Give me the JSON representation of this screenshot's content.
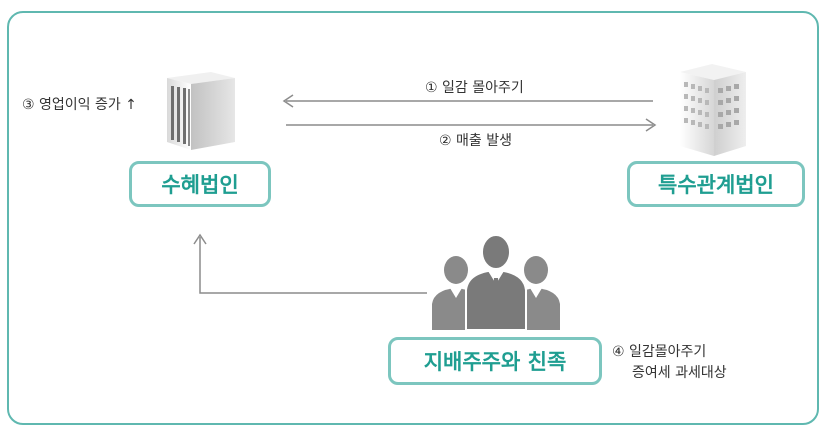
{
  "colors": {
    "frame": "#5fb8b0",
    "box_border": "#7cc6bf",
    "box_text": "#1f9e91",
    "arrow": "#8c8c8c",
    "person": "#8a8a8a"
  },
  "nodes": {
    "beneficiary": {
      "label": "수혜법인",
      "icon": "building-icon"
    },
    "related": {
      "label": "특수관계법인",
      "icon": "office-tower-icon"
    },
    "shareholders": {
      "label": "지배주주와 친족",
      "icon": "people-icon"
    }
  },
  "annotations": {
    "op_profit": "③ 영업이익 증가 ↑",
    "giving": "① 일감 몰아주기",
    "sales": "② 매출 발생",
    "tax_line1": "④ 일감몰아주기",
    "tax_line2": "증여세 과세대상"
  }
}
